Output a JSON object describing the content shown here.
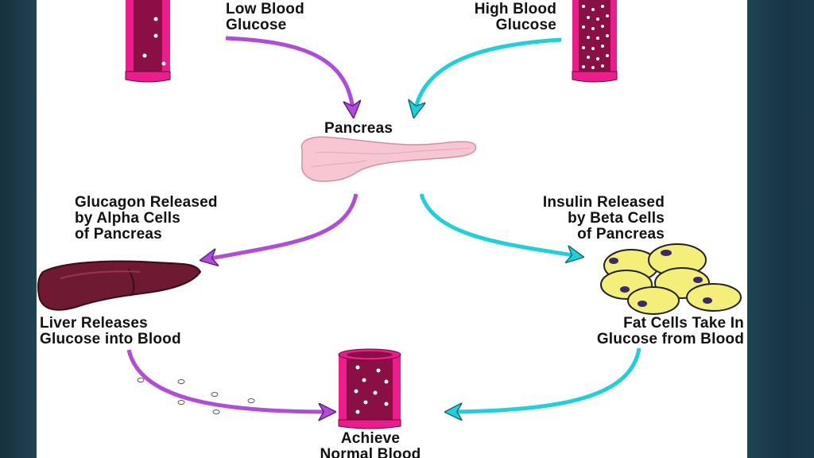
{
  "diagram": {
    "labels": {
      "low_glucose": "Low Blood\nGlucose",
      "high_glucose": "High Blood\nGlucose",
      "pancreas": "Pancreas",
      "glucagon": "Glucagon Released\nby Alpha Cells\nof Pancreas",
      "insulin": "Insulin Released\nby Beta Cells\nof Pancreas",
      "liver": "Liver Releases\nGlucose into Blood",
      "fat_cells": "Fat Cells Take In\nGlucose from Blood",
      "normal": "Achieve\nNormal Blood"
    },
    "colors": {
      "vessel_pink": "#ec1c8c",
      "vessel_dark": "#8a0f45",
      "glucagon_arrow": "#b04cd8",
      "insulin_arrow": "#1ed0dc",
      "pancreas": "#f6c7d2",
      "liver": "#6e1a32",
      "fat_cell": "#f3ef7a"
    },
    "icons": {
      "low_glucose_vessel": "blood-vessel-few-glucose",
      "high_glucose_vessel": "blood-vessel-many-glucose",
      "pancreas": "pancreas-organ",
      "liver": "liver-organ",
      "fat_cells": "fat-cell-cluster",
      "normal_vessel": "blood-vessel-normal-glucose"
    }
  }
}
